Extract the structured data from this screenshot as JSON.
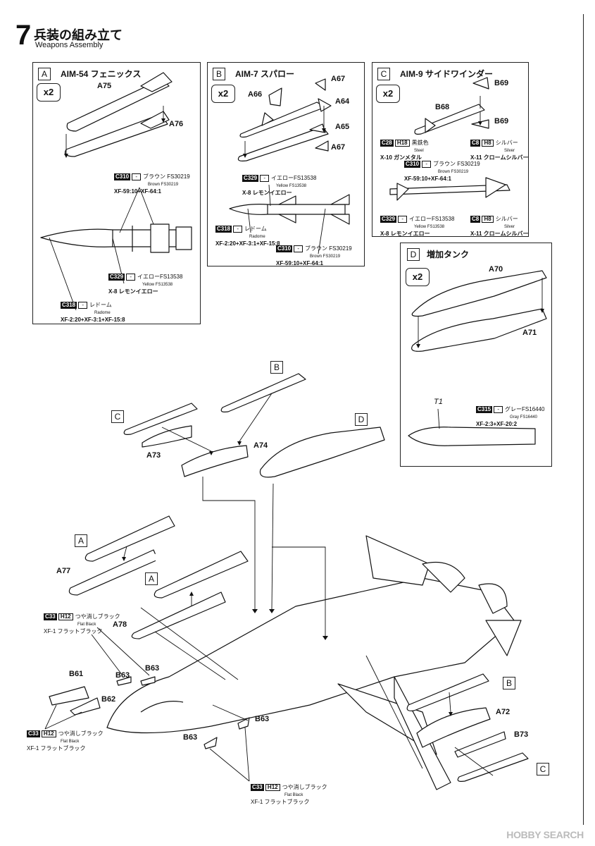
{
  "header": {
    "step_number": "7",
    "title_ja": "兵装の組み立て",
    "title_en": "Weapons Assembly"
  },
  "panels": {
    "A": {
      "letter": "A",
      "title": "AIM-54 フェニックス",
      "qty": "x2",
      "parts": [
        "A75",
        "A76"
      ],
      "notes": [
        {
          "code": "C310",
          "h": "-",
          "ja": "ブラウン FS30219",
          "en": "Brown FS30219",
          "mix": "XF-59:10+XF-64:1"
        },
        {
          "code": "C329",
          "h": "-",
          "ja": "イエローFS13538",
          "en": "Yellow FS13538",
          "mix": "X-8 レモンイエロー"
        },
        {
          "code": "C318",
          "h": "-",
          "ja": "レドーム",
          "en": "Radome",
          "mix": "XF-2:20+XF-3:1+XF-15:8"
        }
      ]
    },
    "B": {
      "letter": "B",
      "title": "AIM-7 スパロー",
      "qty": "x2",
      "parts": [
        "A66",
        "A67",
        "A64",
        "A65",
        "A67"
      ],
      "notes": [
        {
          "code": "C329",
          "h": "-",
          "ja": "イエローFS13538",
          "en": "Yellow FS13538",
          "mix": "X-8 レモンイエロー"
        },
        {
          "code": "C318",
          "h": "-",
          "ja": "レドーム",
          "en": "Radome",
          "mix": "XF-2:20+XF-3:1+XF-15:8"
        },
        {
          "code": "C310",
          "h": "-",
          "ja": "ブラウン FS30219",
          "en": "Brown FS30219",
          "mix": "XF-59:10+XF-64:1"
        }
      ]
    },
    "C": {
      "letter": "C",
      "title": "AIM-9 サイドワインダー",
      "qty": "x2",
      "parts": [
        "B69",
        "B68",
        "B69"
      ],
      "notes": [
        {
          "code": "C28",
          "h": "H18",
          "ja": "黒鉄色",
          "en": "Steel",
          "mix": "X-10 ガンメタル"
        },
        {
          "code": "C8",
          "h": "H8",
          "ja": "シルバー",
          "en": "Silver",
          "mix": "X-11 クロームシルバー"
        },
        {
          "code": "C310",
          "h": "-",
          "ja": "ブラウン FS30219",
          "en": "Brown FS30219",
          "mix": "XF-59:10+XF-64:1"
        },
        {
          "code": "C329",
          "h": "-",
          "ja": "イエローFS13538",
          "en": "Yellow FS13538",
          "mix": "X-8 レモンイエロー"
        },
        {
          "code": "C8",
          "h": "H8",
          "ja": "シルバー",
          "en": "Silver",
          "mix": "X-11 クロームシルバー"
        }
      ]
    },
    "D": {
      "letter": "D",
      "title": "増加タンク",
      "qty": "x2",
      "parts": [
        "A70",
        "A71",
        "T1"
      ],
      "notes": [
        {
          "code": "C315",
          "h": "-",
          "ja": "グレーFS16440",
          "en": "Gray FS16440",
          "mix": "XF-2:3+XF-20:2"
        }
      ]
    }
  },
  "main": {
    "parts": [
      "A73",
      "A74",
      "A77",
      "A78",
      "B61",
      "B62",
      "B63",
      "B63",
      "B63",
      "B63",
      "A72",
      "B73"
    ],
    "callouts": [
      "B",
      "C",
      "D",
      "A",
      "A",
      "B",
      "C"
    ],
    "notes": [
      {
        "code": "C33",
        "h": "H12",
        "ja": "つや消しブラック",
        "en": "Flat Black",
        "mix": "XF-1 フラットブラック"
      },
      {
        "code": "C33",
        "h": "H12",
        "ja": "つや消しブラック",
        "en": "Flat Black",
        "mix": "XF-1 フラットブラック"
      },
      {
        "code": "C33",
        "h": "H12",
        "ja": "つや消しブラック",
        "en": "Flat Black",
        "mix": "XF-1 フラットブラック"
      }
    ]
  },
  "watermark": "HOBBY SEARCH"
}
